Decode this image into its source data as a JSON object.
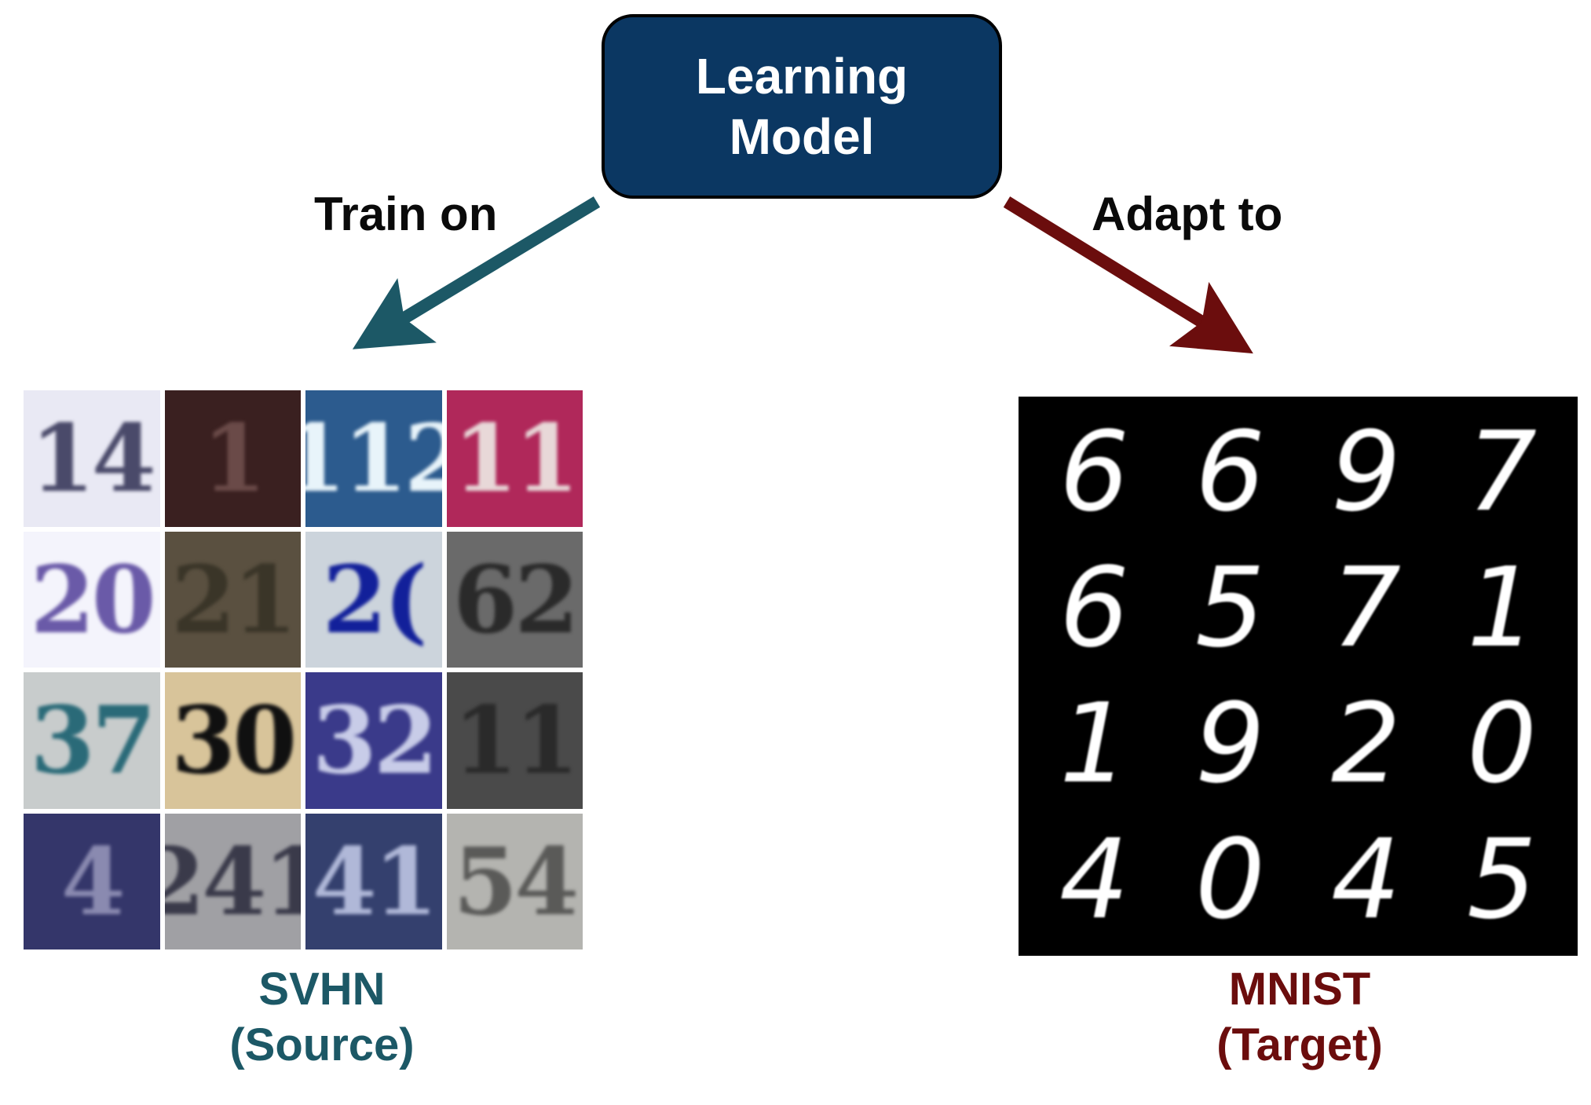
{
  "model": {
    "line1": "Learning",
    "line2": "Model"
  },
  "edges": {
    "train_label": "Train on",
    "adapt_label": "Adapt to",
    "train_color": "#1c5866",
    "adapt_color": "#6b0d0d"
  },
  "source": {
    "name": "SVHN",
    "role": "(Source)",
    "images": [
      {
        "digits": "14",
        "bg": "#e9e9f4",
        "fg": "#4a4a6a"
      },
      {
        "digits": "1",
        "bg": "#3a2020",
        "fg": "#6a4a48"
      },
      {
        "digits": "112",
        "bg": "#2c5b8e",
        "fg": "#e8f4fa"
      },
      {
        "digits": "11",
        "bg": "#b0285a",
        "fg": "#e8d8d8"
      },
      {
        "digits": "20",
        "bg": "#f4f4fc",
        "fg": "#6a5aa8"
      },
      {
        "digits": "21",
        "bg": "#5a5040",
        "fg": "#3a3528"
      },
      {
        "digits": "2(",
        "bg": "#ccd4dc",
        "fg": "#12209a"
      },
      {
        "digits": "62",
        "bg": "#6a6a6a",
        "fg": "#2a2a2a"
      },
      {
        "digits": "37",
        "bg": "#c8cccc",
        "fg": "#2a6a78"
      },
      {
        "digits": "30",
        "bg": "#d8c49a",
        "fg": "#101010"
      },
      {
        "digits": "32",
        "bg": "#3a3a8a",
        "fg": "#c8cce8"
      },
      {
        "digits": "11",
        "bg": "#4a4a4a",
        "fg": "#2a2a2a"
      },
      {
        "digits": "4",
        "bg": "#34366a",
        "fg": "#8a8ab0"
      },
      {
        "digits": "241",
        "bg": "#a0a0a4",
        "fg": "#3a3a4a"
      },
      {
        "digits": "41",
        "bg": "#34406e",
        "fg": "#b0b8d8"
      },
      {
        "digits": "54",
        "bg": "#b4b4b0",
        "fg": "#5a5a58"
      }
    ]
  },
  "target": {
    "name": "MNIST",
    "role": "(Target)",
    "digits": [
      "6",
      "6",
      "9",
      "7",
      "6",
      "5",
      "7",
      "1",
      "1",
      "9",
      "2",
      "0",
      "4",
      "0",
      "4",
      "5"
    ]
  }
}
